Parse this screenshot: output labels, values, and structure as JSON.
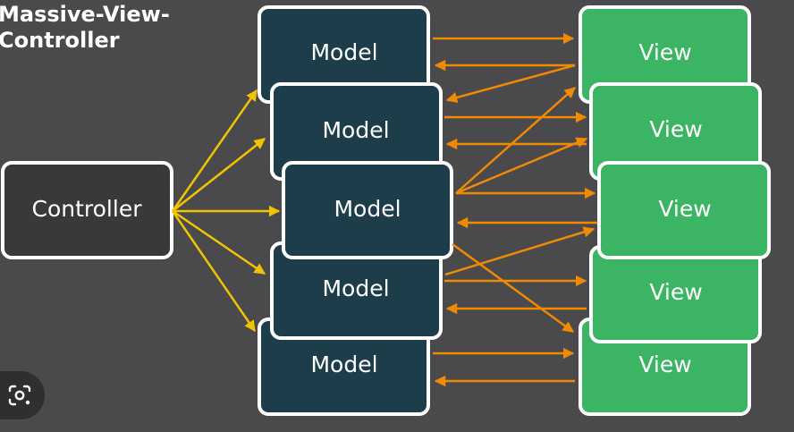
{
  "title": {
    "line1": "Massive-View-",
    "line2": "Controller"
  },
  "controller": {
    "label": "Controller"
  },
  "models": [
    {
      "label": "Model"
    },
    {
      "label": "Model"
    },
    {
      "label": "Model"
    },
    {
      "label": "Model"
    },
    {
      "label": "Model"
    }
  ],
  "views": [
    {
      "label": "View"
    },
    {
      "label": "View"
    },
    {
      "label": "View"
    },
    {
      "label": "View"
    },
    {
      "label": "View"
    }
  ],
  "colors": {
    "background": "#4a4a4c",
    "controller_fill": "#3a3839",
    "model_fill": "#1e3d4b",
    "view_fill": "#3bb463",
    "controller_arrow": "#f2c400",
    "model_view_arrow": "#f08a00",
    "box_border": "#ffffff"
  },
  "icons": {
    "lens": "google-lens-icon"
  }
}
